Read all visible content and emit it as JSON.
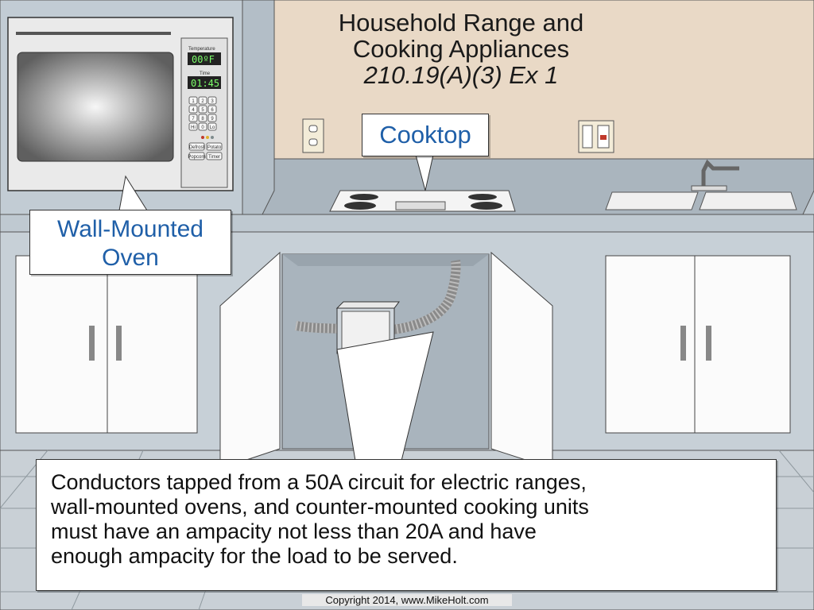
{
  "title": {
    "line1": "Household Range and",
    "line2": "Cooking Appliances",
    "line3": "210.19(A)(3) Ex 1"
  },
  "callouts": {
    "cooktop": "Cooktop",
    "oven_line1": "Wall-Mounted",
    "oven_line2": "Oven"
  },
  "oven_panel": {
    "temperature_label": "Temperature",
    "temperature_value": "00ºF",
    "time_label": "Time",
    "time_value": "01:45",
    "keys": [
      "1",
      "2",
      "3",
      "4",
      "5",
      "6",
      "7",
      "8",
      "9",
      "Hi",
      "0",
      "Lo"
    ],
    "buttons": [
      "Defrost",
      "Potato",
      "Popcorn",
      "Timer"
    ]
  },
  "note": {
    "line1": "Conductors tapped from a 50A circuit for electric ranges,",
    "line2": "wall-mounted ovens, and counter-mounted cooking units",
    "line3": "must have an ampacity not less than 20A and have",
    "line4": "enough ampacity for the load to be served."
  },
  "copyright": "Copyright 2014, www.MikeHolt.com",
  "colors": {
    "wall": "#e9d9c6",
    "cabinet": "#c2ccd4",
    "countertop": "#a6b1ba",
    "callout_text": "#1f5fa8",
    "conduit": "#9a9a9a"
  }
}
